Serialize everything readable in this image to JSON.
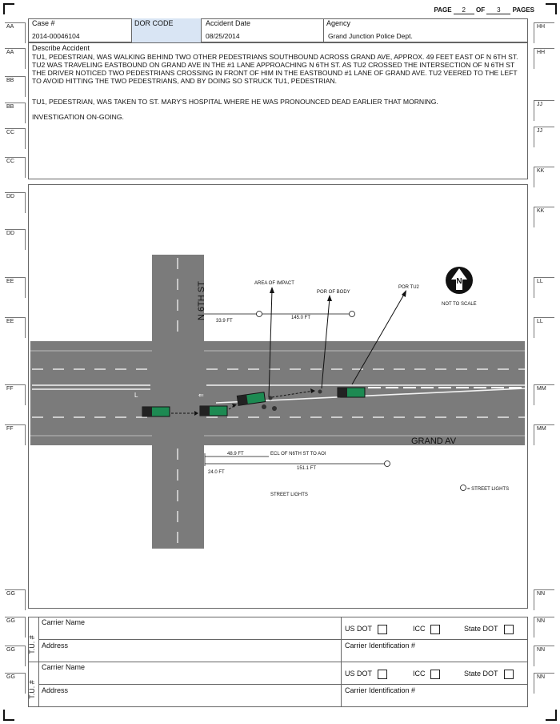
{
  "page": {
    "label": "PAGE",
    "current": "2",
    "of_label": "OF",
    "total": "3",
    "pages_label": "PAGES"
  },
  "margin_left": [
    "AA",
    "AA",
    "BB",
    "BB",
    "CC",
    "CC",
    "DD",
    "DD",
    "EE",
    "EE",
    "FF",
    "FF",
    "GG",
    "GG",
    "GG",
    "GG"
  ],
  "margin_right": [
    "HH",
    "HH",
    "JJ",
    "JJ",
    "KK",
    "KK",
    "LL",
    "LL",
    "MM",
    "MM",
    "NN",
    "NN",
    "NN",
    "NN"
  ],
  "header": {
    "case_label": "Case #",
    "case_value": "2014-00046104",
    "dor_label": "DOR CODE",
    "date_label": "Accident Date",
    "date_value": "08/25/2014",
    "agency_label": "Agency",
    "agency_value": "Grand Junction Police Dept."
  },
  "describe": {
    "label": "Describe Accident",
    "line1": "TU1, PEDESTRIAN, WAS WALKING BEHIND TWO OTHER PEDESTRIANS SOUTHBOUND ACROSS GRAND AVE, APPROX. 49 FEET EAST OF N 6TH ST.  TU2 WAS TRAVELING EASTBOUND ON GRAND AVE IN THE #1 LANE APPROACHING N 6TH ST.  AS TU2 CROSSED THE INTERSECTION OF N 6TH ST THE DRIVER NOTICED TWO PEDESTRIANS CROSSING IN FRONT OF HIM IN THE EASTBOUND #1 LANE OF GRAND AVE.  TU2 VEERED TO THE LEFT TO AVOID HITTING THE TWO PEDESTRIANS, AND BY DOING SO STRUCK TU1, PEDESTRIAN.",
    "line2": "TU1, PEDESTRIAN, WAS TAKEN TO ST. MARY'S HOSPITAL WHERE HE WAS PRONOUNCED DEAD EARLIER THAT MORNING.",
    "line3": "INVESTIGATION ON-GOING."
  },
  "diagram": {
    "street_ns": "N 6TH ST",
    "street_ew": "GRAND AV",
    "area_of_impact": "AREA OF IMPACT",
    "por_body": "POR OF BODY",
    "por_tu2": "POR TU2",
    "not_to_scale": "NOT TO SCALE",
    "north": "N",
    "m_339": "33.9 FT",
    "m_1450": "145.0 FT",
    "m_489": "48.9 FT",
    "ecl": "ECL OF N6TH ST TO AOI",
    "m_1511": "151.1 FT",
    "m_240": "24.0 FT",
    "street_lights": "STREET LIGHTS",
    "street_lights_legend": "= STREET LIGHTS",
    "lane_marker": "L"
  },
  "carriers": [
    {
      "tu": "T.U. #",
      "name_label": "Carrier Name",
      "address_label": "Address",
      "usdot": "US DOT",
      "icc": "ICC",
      "statedot": "State DOT",
      "carrier_id": "Carrier Identification #"
    },
    {
      "tu": "T.U. #",
      "name_label": "Carrier Name",
      "address_label": "Address",
      "usdot": "US DOT",
      "icc": "ICC",
      "statedot": "State DOT",
      "carrier_id": "Carrier Identification #"
    }
  ]
}
